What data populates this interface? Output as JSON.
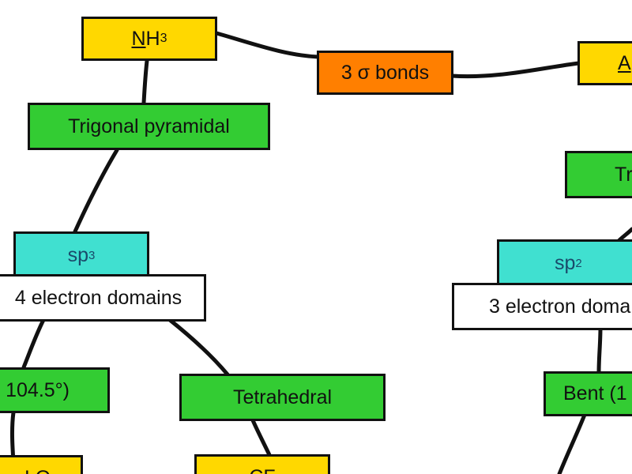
{
  "nodes": {
    "nh3": {
      "underlined": "N",
      "rest": "H",
      "sub": "3"
    },
    "sigma_bonds": "3 σ bonds",
    "a_partial": "A",
    "trigonal_pyramidal": "Trigonal pyramidal",
    "tr_partial": "Tr",
    "sp3": {
      "base": "sp",
      "sup": "3"
    },
    "sp2": {
      "base": "sp",
      "sup": "2"
    },
    "four_domains": "4 electron domains",
    "three_domains": "3 electron doma",
    "angle_partial": "104.5°)",
    "tetrahedral": "Tetrahedral",
    "bent_partial": "Bent (1",
    "bottom_left_partial": "I O",
    "bottom_mid_partial": "CF"
  },
  "colors": {
    "molecule": "#ffd800",
    "bond": "#ff7f00",
    "geometry": "#33cc33",
    "hybridization": "#40e0d0",
    "domains": "#ffffff",
    "line": "#111111"
  }
}
